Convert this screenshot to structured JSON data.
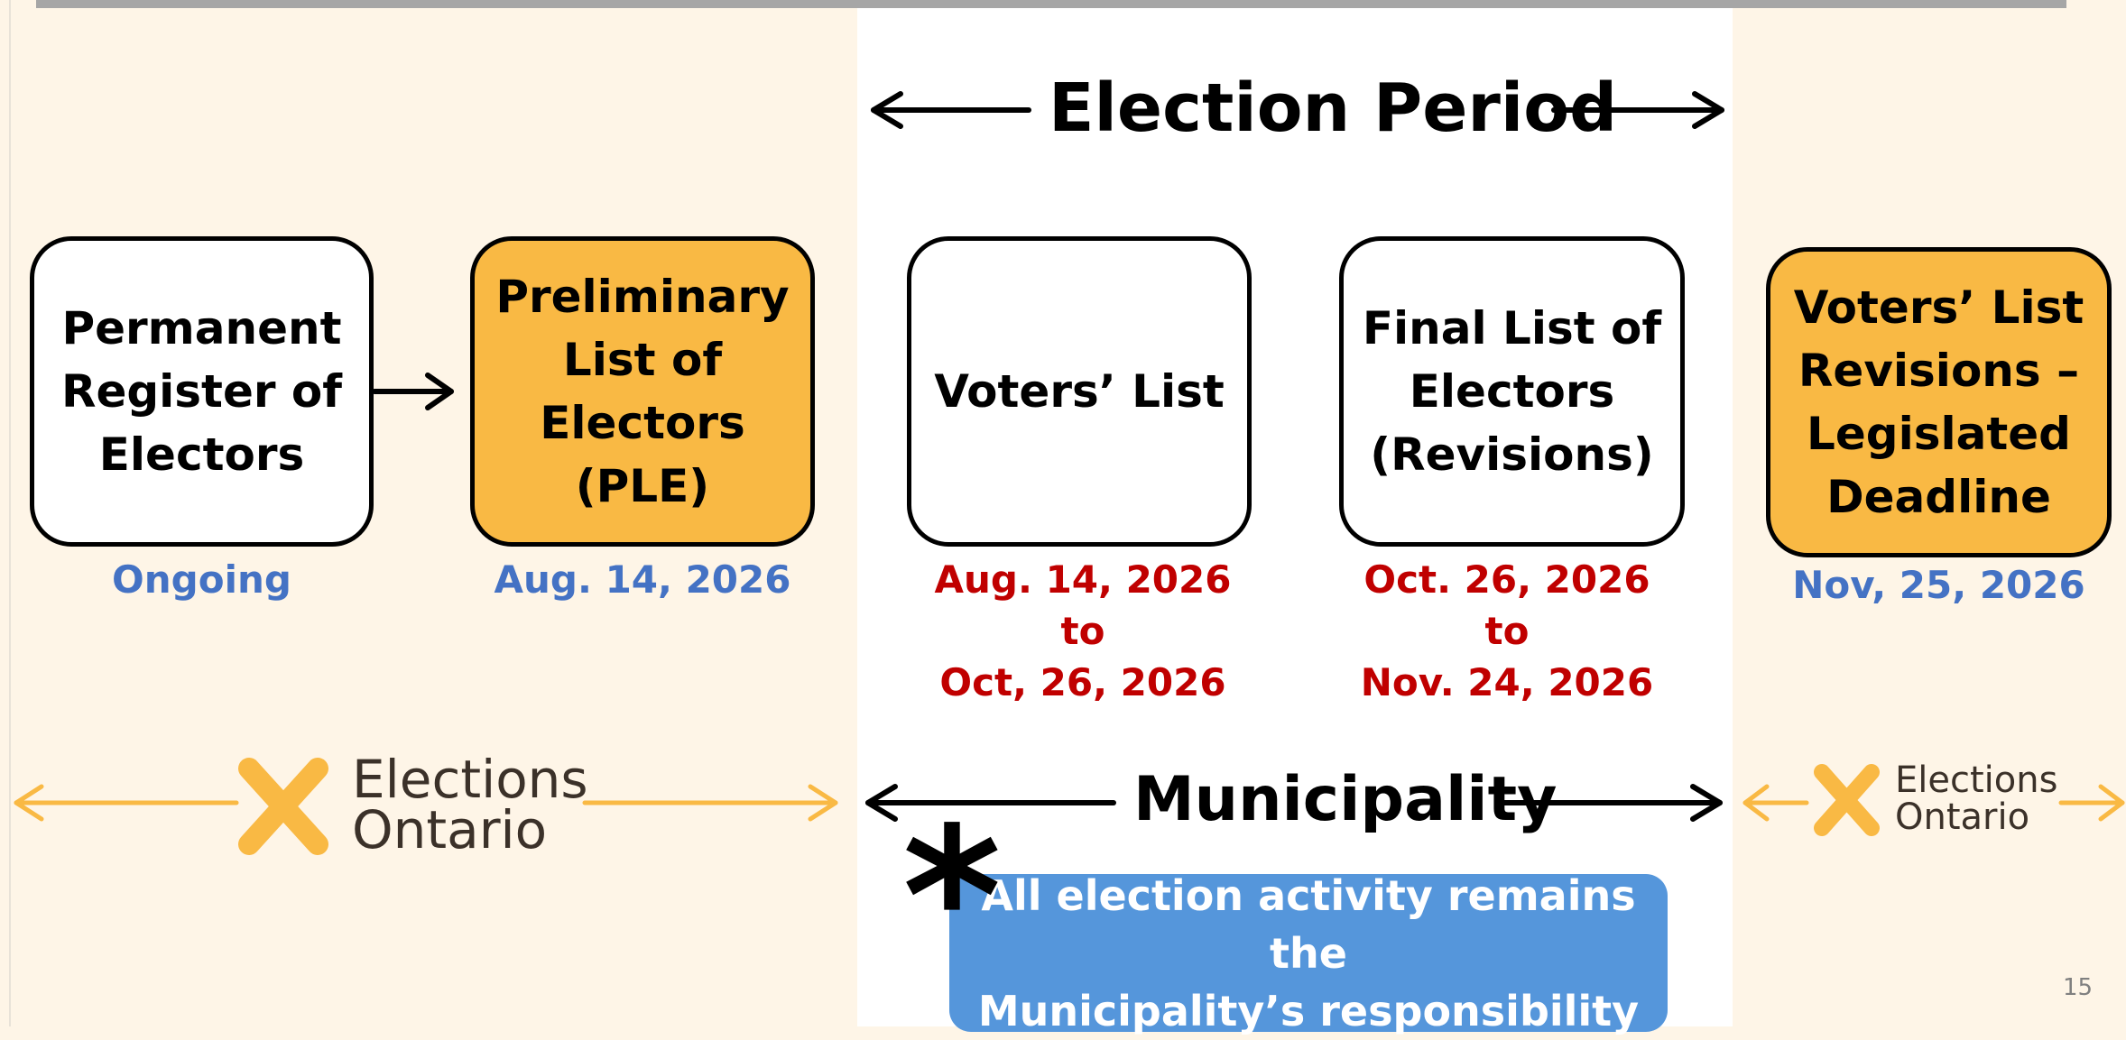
{
  "colors": {
    "orange_box": "#f9b944",
    "date_blue": "#4472c4",
    "date_red": "#c00000",
    "logo_yellow": "#f9b944",
    "callout_blue": "#5596db",
    "band_cream": "#fef5e7"
  },
  "headings": {
    "election_period": "Election Period",
    "municipality": "Municipality"
  },
  "boxes": [
    {
      "lines": [
        "Permanent",
        "Register of",
        "Electors"
      ]
    },
    {
      "lines": [
        "Preliminary",
        "List of",
        "Electors",
        "(PLE)"
      ]
    },
    {
      "lines": [
        "Voters’ List"
      ]
    },
    {
      "lines": [
        "Final List of",
        "Electors",
        "(Revisions)"
      ]
    },
    {
      "lines": [
        "Voters’ List",
        "Revisions –",
        "Legislated",
        "Deadline"
      ]
    }
  ],
  "dates": [
    {
      "lines": [
        "Ongoing"
      ]
    },
    {
      "lines": [
        "Aug. 14, 2026"
      ]
    },
    {
      "lines": [
        "Aug. 14, 2026",
        "to",
        "Oct, 26, 2026"
      ]
    },
    {
      "lines": [
        "Oct. 26, 2026",
        "to",
        "Nov. 24, 2026"
      ]
    },
    {
      "lines": [
        "Nov, 25, 2026"
      ]
    }
  ],
  "logo": {
    "line1": "Elections",
    "line2": "Ontario",
    "icon": "x-mark-icon"
  },
  "callout": {
    "asterisk": "*",
    "line1": "All election activity remains the",
    "line2": "Municipality’s responsibility"
  },
  "page_number": "15"
}
